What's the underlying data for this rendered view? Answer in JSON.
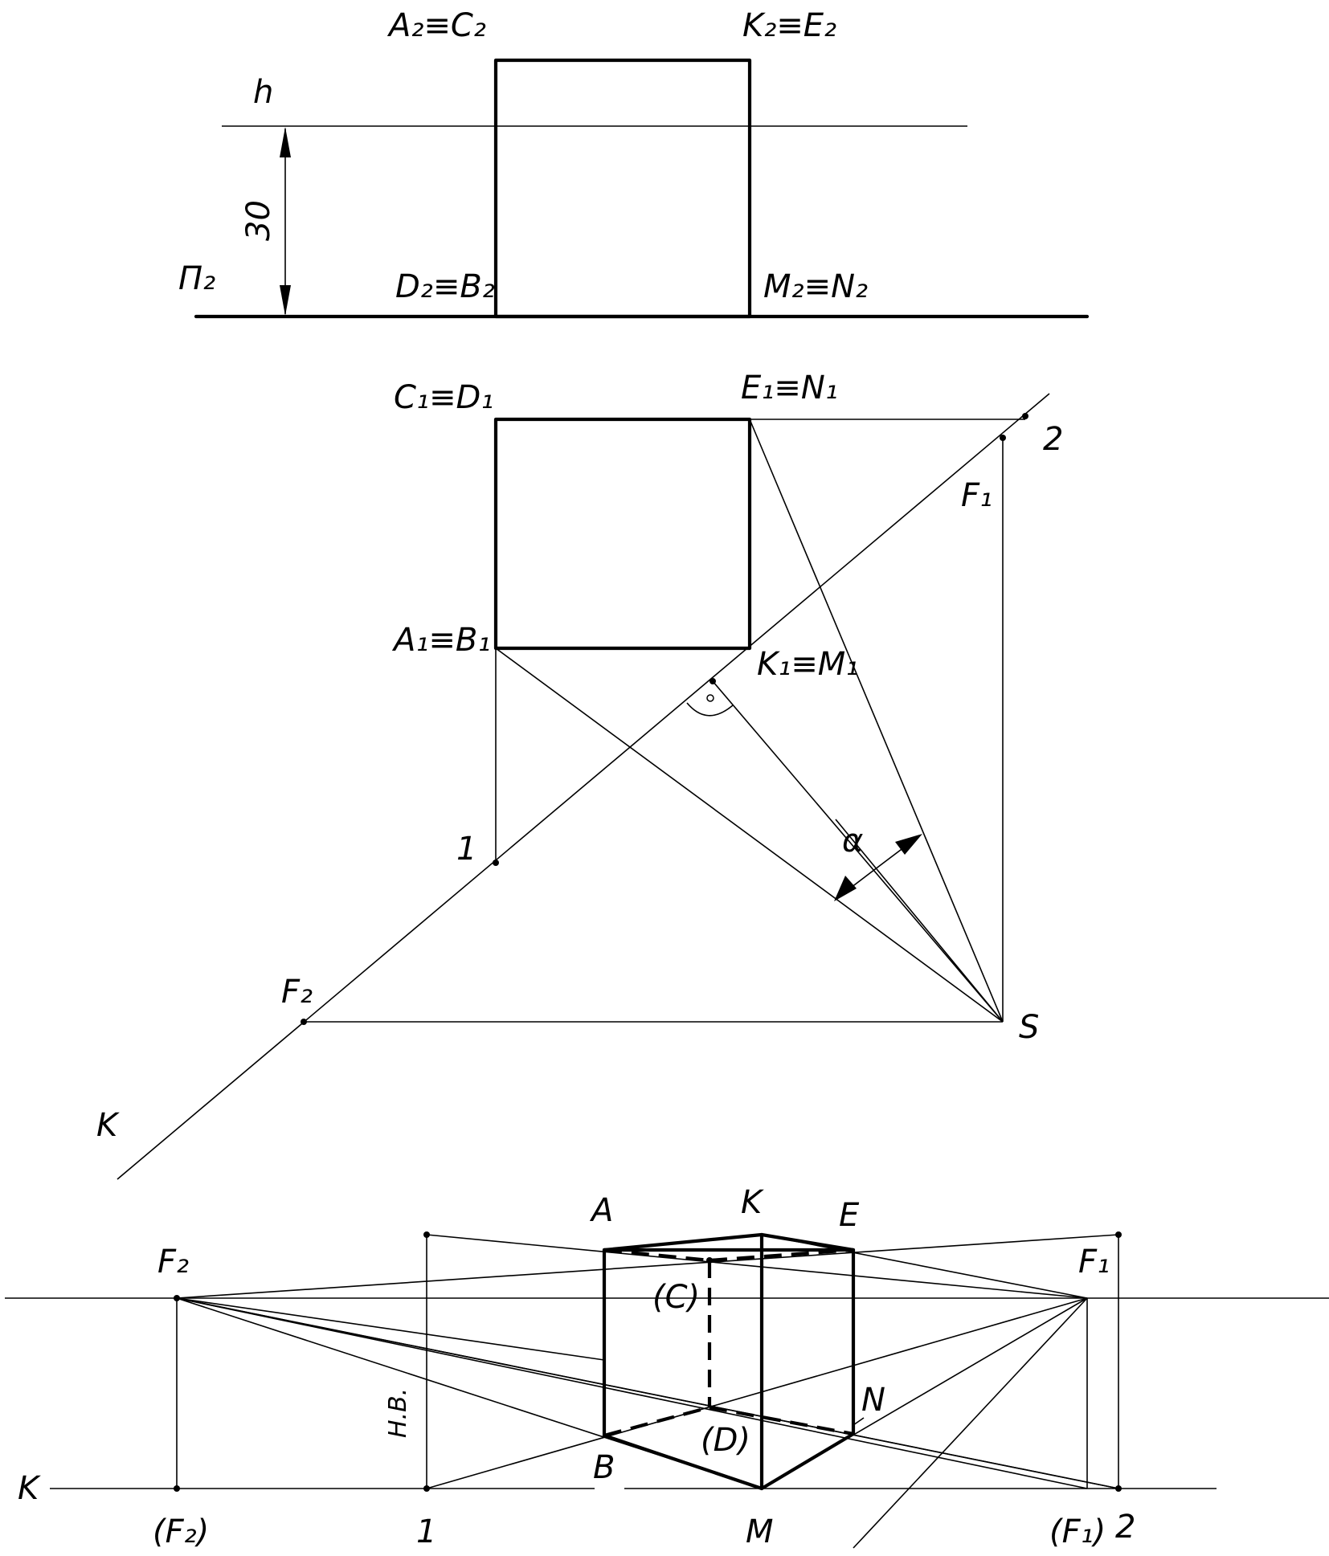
{
  "front_view": {
    "A2C2": "A₂≡C₂",
    "K2E2": "K₂≡E₂",
    "D2B2": "D₂≡B₂",
    "M2N2": "M₂≡N₂",
    "h": "h",
    "P2": "П₂",
    "dim30": "30"
  },
  "top_view": {
    "C1D1": "C₁≡D₁",
    "E1N1": "E₁≡N₁",
    "A1B1": "A₁≡B₁",
    "K1M1": "K₁≡M₁",
    "F1": "F₁",
    "F2": "F₂",
    "S": "S",
    "K": "K",
    "one": "1",
    "two": "2",
    "alpha": "α"
  },
  "perspective": {
    "A": "A",
    "K": "K",
    "E": "E",
    "C": "(C)",
    "N": "N",
    "D": "(D)",
    "B": "B",
    "M": "M",
    "F1": "F₁",
    "F2": "F₂",
    "F2p": "(F₂)",
    "F1p": "(F₁)",
    "one": "1",
    "two": "2",
    "Kline": "K",
    "nv": "Н.В."
  }
}
